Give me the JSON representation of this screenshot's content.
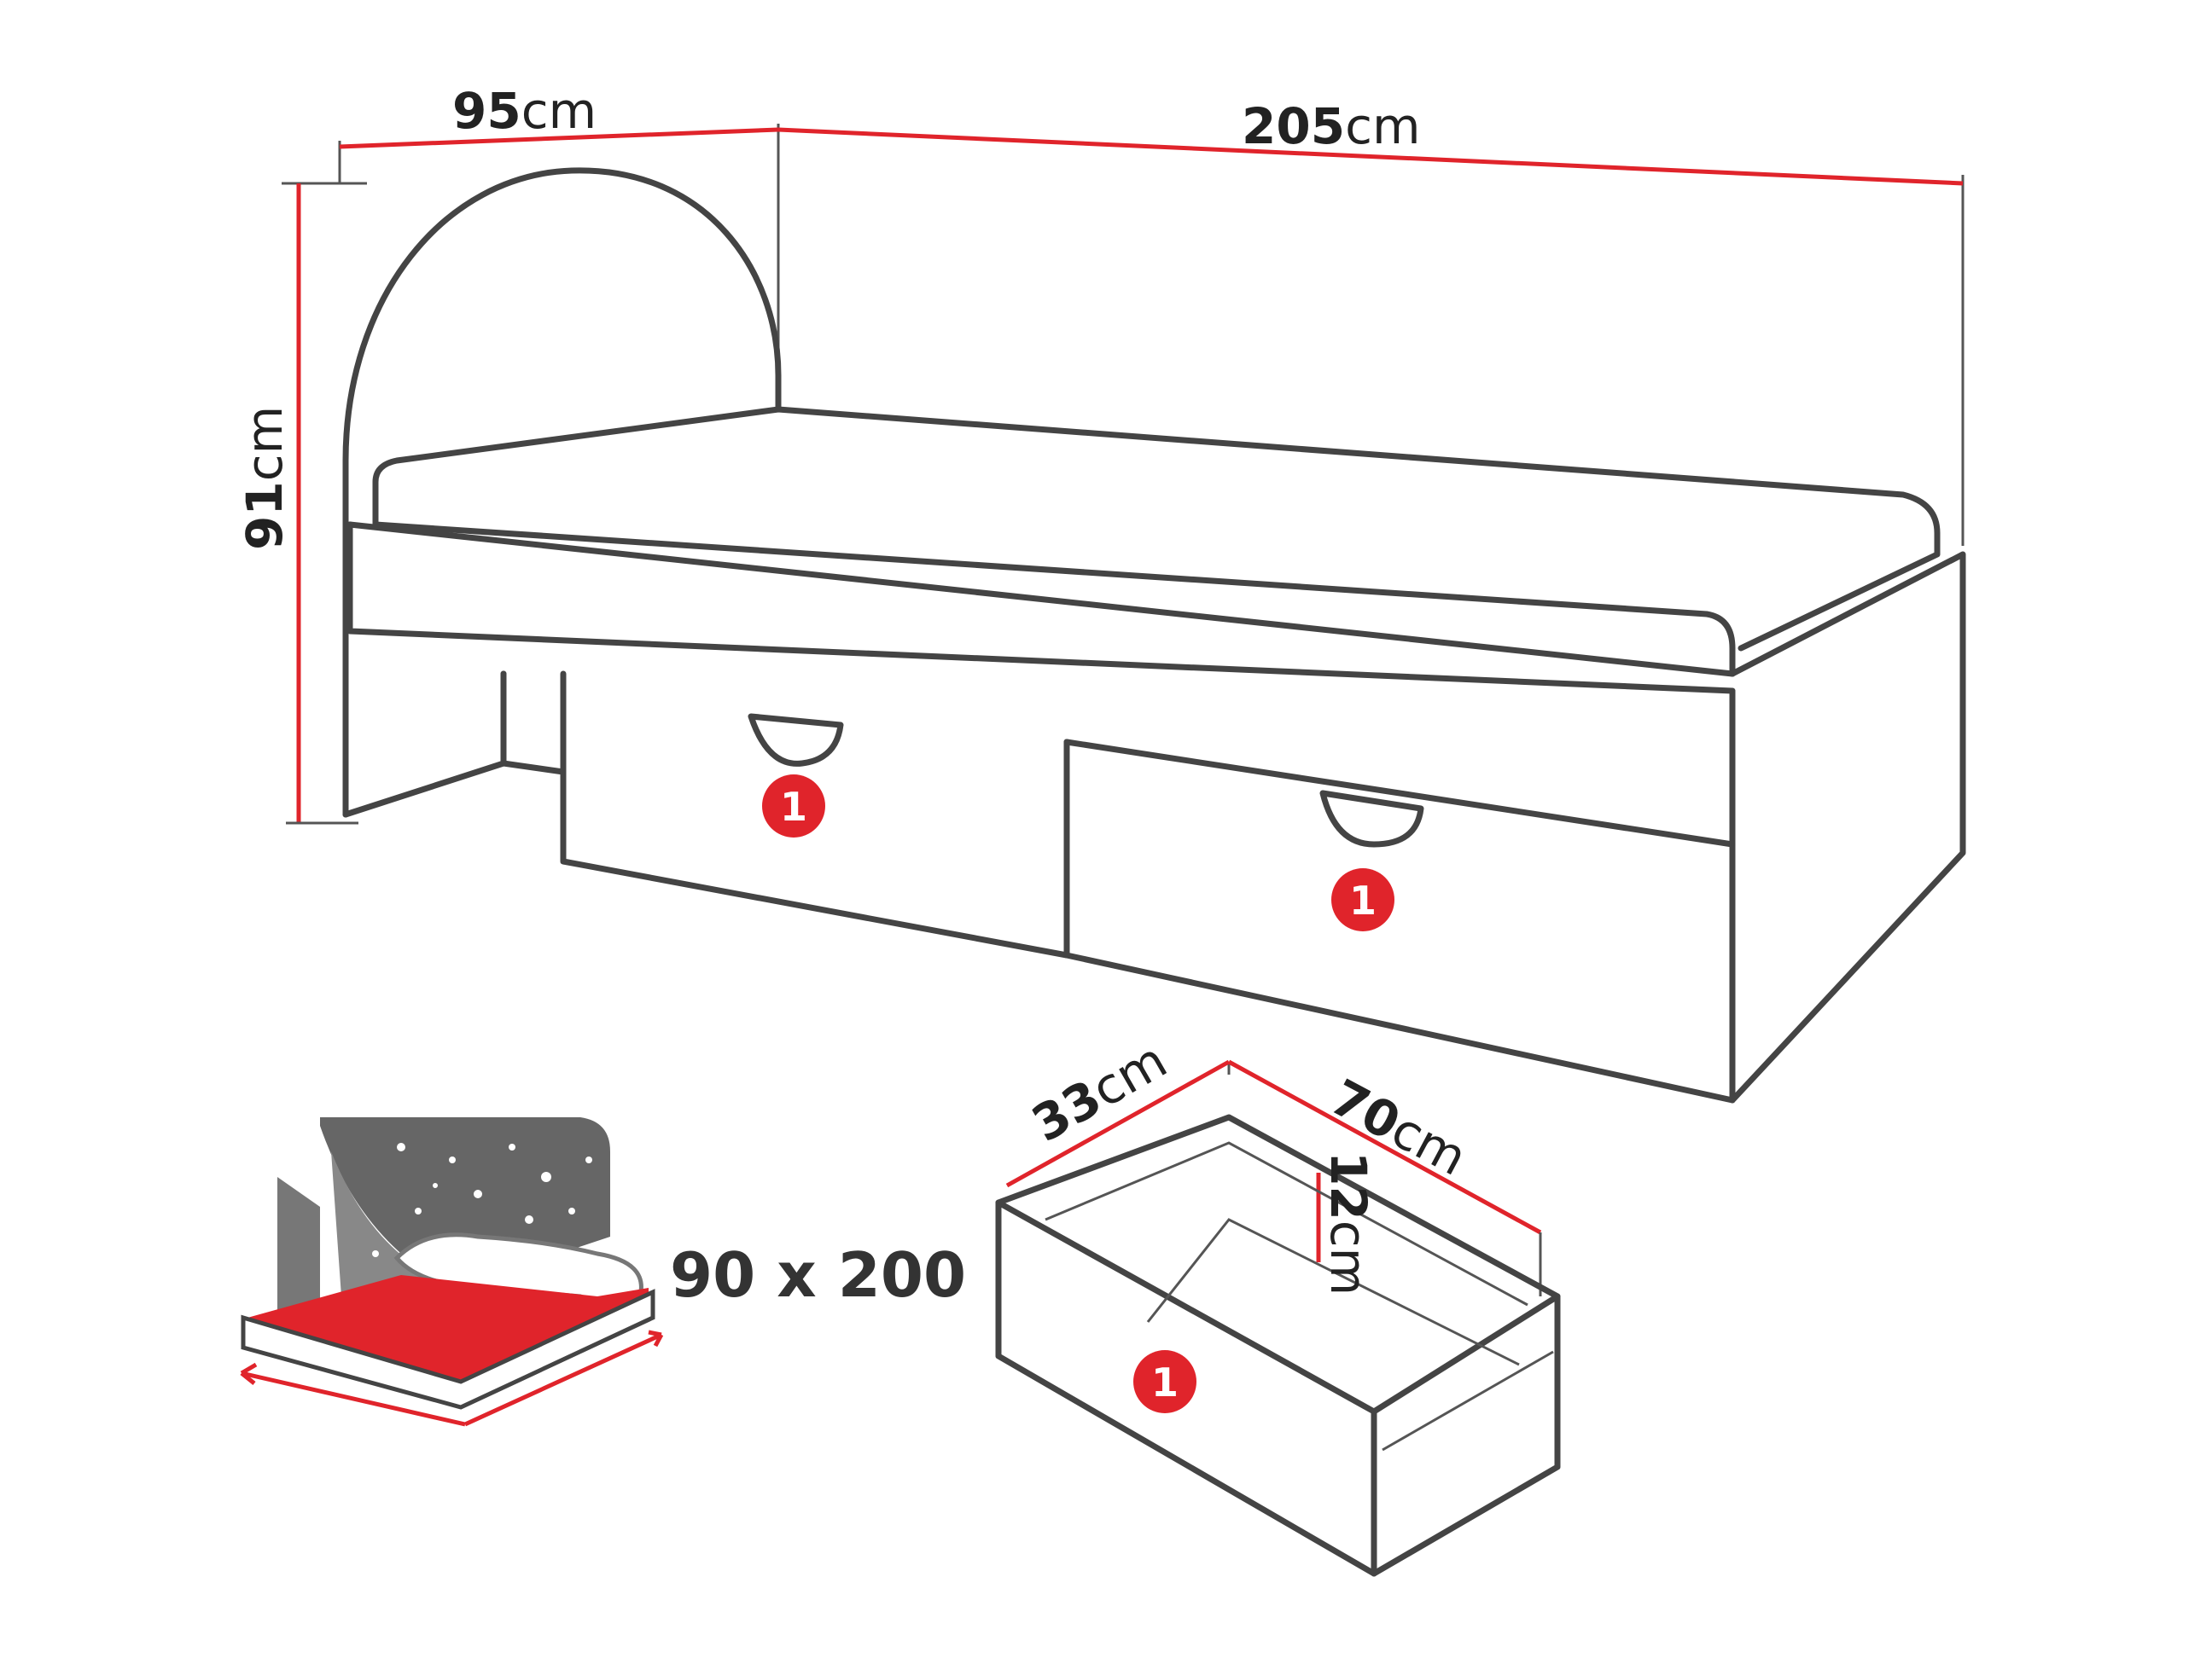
{
  "dimensions": {
    "width": {
      "value": "95",
      "unit": "cm"
    },
    "length": {
      "value": "205",
      "unit": "cm"
    },
    "height": {
      "value": "91",
      "unit": "cm"
    },
    "drawer_depth": {
      "value": "33",
      "unit": "cm"
    },
    "drawer_length": {
      "value": "70",
      "unit": "cm"
    },
    "drawer_height": {
      "value": "12",
      "unit": "cm"
    }
  },
  "mattress_size": "90 x 200",
  "badges": {
    "drawer": "1"
  },
  "colors": {
    "accent": "#e0242b",
    "outline": "#444444",
    "night": "#666666"
  }
}
